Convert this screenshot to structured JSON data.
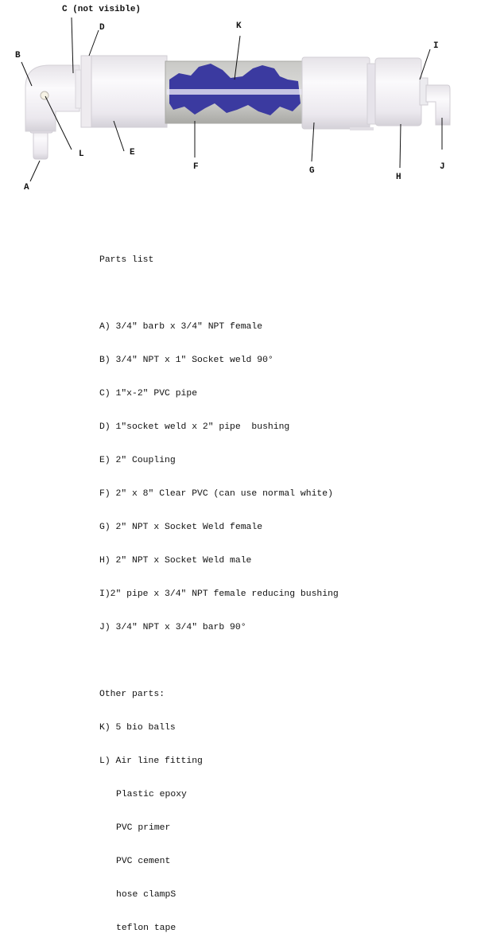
{
  "diagram": {
    "labels": {
      "A": "A",
      "B": "B",
      "C": "C (not visible)",
      "D": "D",
      "E": "E",
      "F": "F",
      "G": "G",
      "H": "H",
      "I": "I",
      "J": "J",
      "K": "K",
      "L": "L"
    },
    "colors": {
      "pvc_white": "#f2f0f3",
      "pvc_shade": "#d9d6dc",
      "tube_gray": "#b9b9b6",
      "bio_ball_blue": "#3a3aa0",
      "leader_line": "#111111"
    }
  },
  "parts_list": {
    "title": "Parts list",
    "items": [
      "A) 3/4\" barb x 3/4\" NPT female",
      "B) 3/4\" NPT x 1\" Socket weld 90°",
      "C) 1\"x-2\" PVC pipe",
      "D) 1\"socket weld x 2\" pipe  bushing",
      "E) 2\" Coupling",
      "F) 2\" x 8\" Clear PVC (can use normal white)",
      "G) 2\" NPT x Socket Weld female",
      "H) 2\" NPT x Socket Weld male",
      "I)2\" pipe x 3/4\" NPT female reducing bushing",
      "J) 3/4\" NPT x 3/4\" barb 90°"
    ]
  },
  "other_parts": {
    "title": "Other parts:",
    "items": [
      "K) 5 bio balls",
      "L) Air line fitting"
    ],
    "extras": [
      "Plastic epoxy",
      "PVC primer",
      "PVC cement",
      "hose clampS",
      "teflon tape"
    ]
  }
}
